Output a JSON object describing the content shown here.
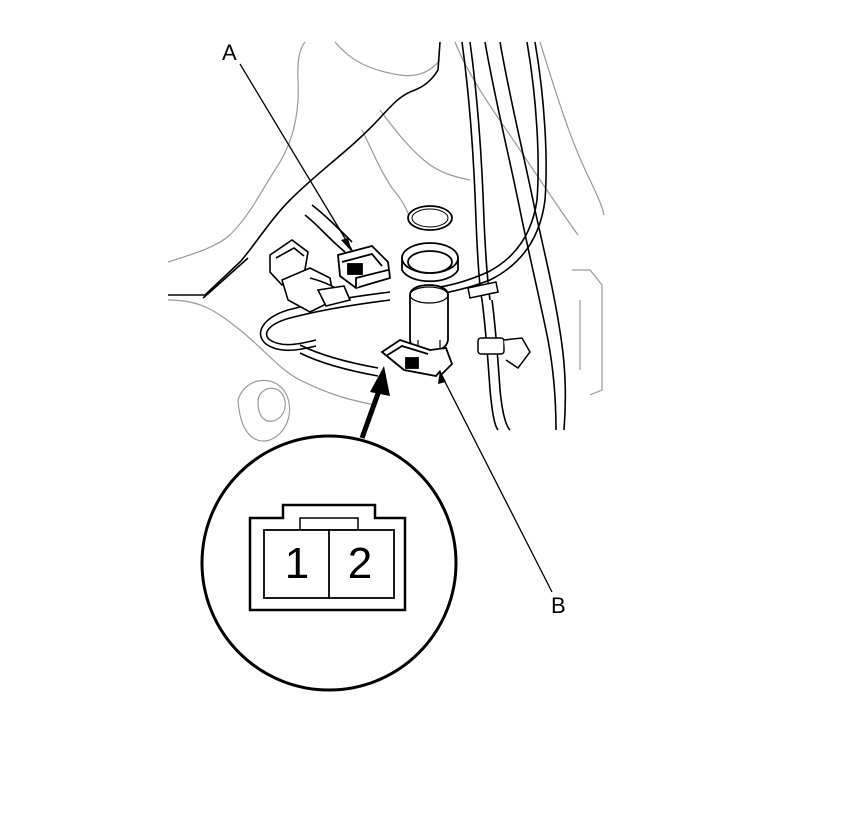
{
  "callouts": {
    "a": "A",
    "b": "B"
  },
  "connector_detail": {
    "pins": [
      "1",
      "2"
    ]
  },
  "colors": {
    "line": "#000000",
    "detail_line": "#9a9a9a",
    "background": "#ffffff"
  }
}
